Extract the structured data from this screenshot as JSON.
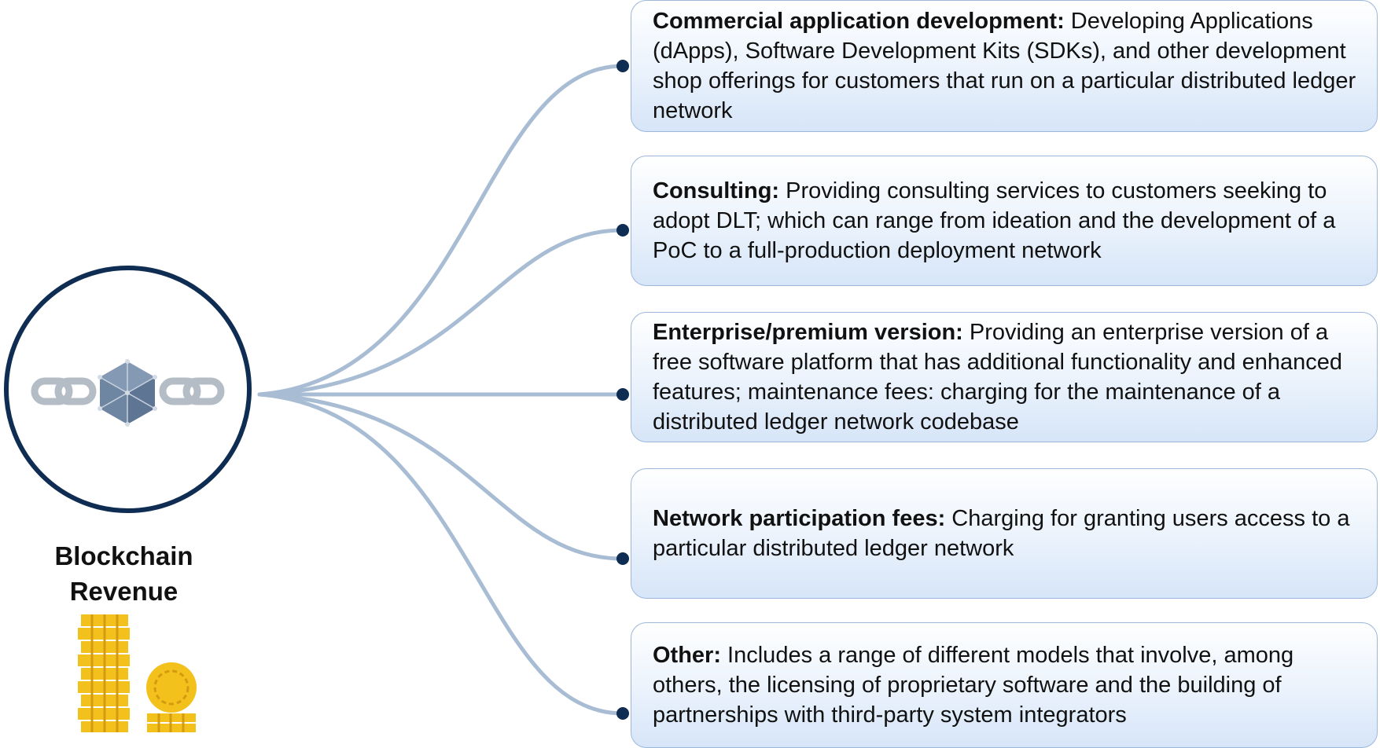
{
  "hub": {
    "title": "Blockchain Revenue",
    "icon": "blockchain-link-cube-icon",
    "revenue_icon": "coin-stacks-icon"
  },
  "colors": {
    "hub_border": "#0f2d52",
    "connector": "#a8bdd4",
    "dot": "#0f2d52",
    "card_border": "#9cb7d9",
    "card_fill": "#d6e5f8",
    "coin": "#f2c11c"
  },
  "items": [
    {
      "heading": "Commercial application development:",
      "text": " Developing Applications (dApps), Software Development Kits (SDKs), and other development shop offerings for customers that run on a particular distributed ledger network"
    },
    {
      "heading": "Consulting:",
      "text": " Providing consulting services to customers seeking to adopt DLT; which can range from ideation and the development of a PoC to a full-production deployment network"
    },
    {
      "heading": "Enterprise/premium version:",
      "text": " Providing an enterprise version of a free software platform that has additional functionality and enhanced features; maintenance fees: charging for the maintenance of a distributed ledger network codebase"
    },
    {
      "heading": "Network participation fees:",
      "text": " Charging for granting users access to a particular distributed ledger network"
    },
    {
      "heading": "Other:",
      "text": " Includes a range of different models that involve, among others, the licensing of proprietary software and the building of partnerships with third-party system integrators"
    }
  ]
}
